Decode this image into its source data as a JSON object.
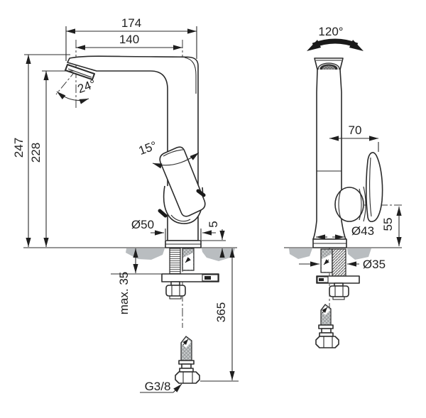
{
  "drawing": {
    "kind": "faucet-installation-dimensions",
    "colors": {
      "line": "#2b2b2b",
      "fill": "#ffffff",
      "countertop": "#b9bdc0",
      "arrow": "#1a1a1a"
    },
    "side_view": {
      "labels": {
        "total_width": "174",
        "spout_reach": "140",
        "total_height": "247",
        "spout_height": "228",
        "spout_angle": "24°",
        "handle_angle": "15°",
        "base_diameter": "Ø50",
        "base_height": "5",
        "max_counter_thickness": "max. 35",
        "hose_length_below": "365",
        "thread_size": "G3/8"
      }
    },
    "front_view": {
      "labels": {
        "swivel_angle": "120°",
        "handle_offset": "70",
        "base_width": "Ø43",
        "tail_diameter": "Ø35",
        "handle_height": "55"
      }
    }
  }
}
